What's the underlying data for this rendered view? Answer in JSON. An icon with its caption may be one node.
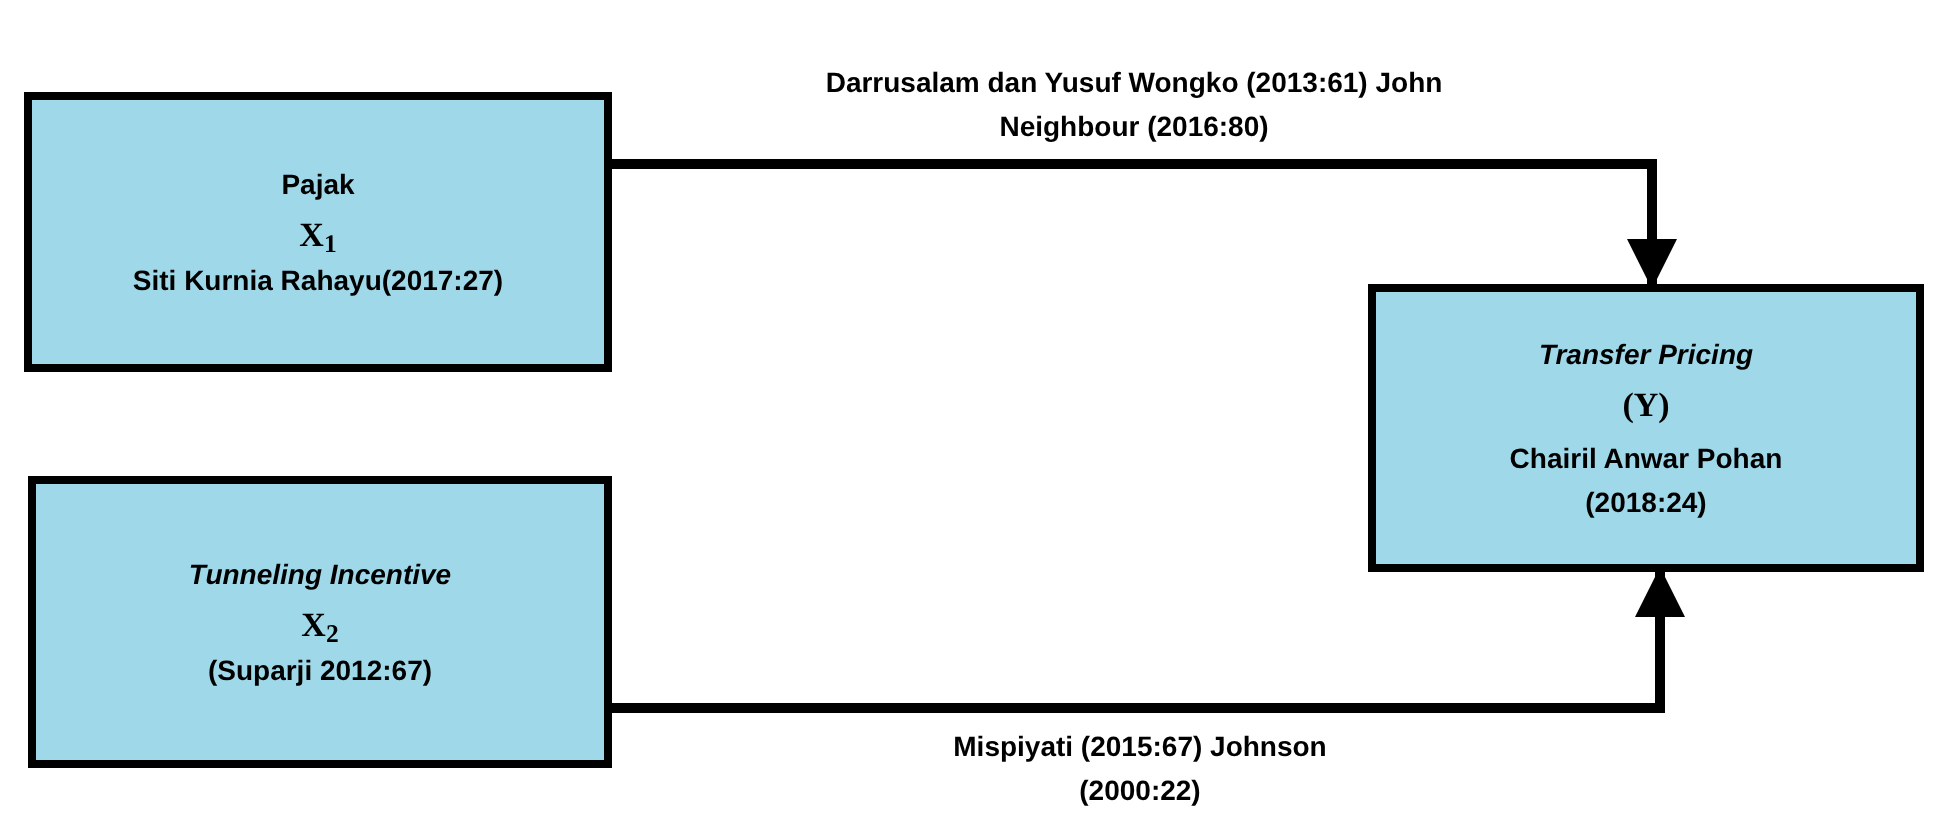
{
  "diagram": {
    "nodes": [
      {
        "text": [
          "Pajak",
          "X$_{1}$",
          "Siti Kurnia Rahayu(2017:27)"
        ]
      },
      {
        "text": [
          "Tunneling Incentive",
          "X$_{2}$",
          "(Suparji 2012:67)"
        ]
      },
      {
        "text": [
          "Transfer Pricing",
          "(Y)",
          "Chairil Anwar Pohan (2018:24)"
        ]
      }
    ],
    "edges": [
      {
        "from": 0,
        "to": 2,
        "arrow": "to",
        "label": "Darrusalam dan Yusuf Wongko (2013:61) John Neighbour (2016:80)"
      },
      {
        "from": 1,
        "to": 2,
        "arrow": "to",
        "label": "Mispiyati (2015:67) Johnson (2000:22)"
      }
    ]
  }
}
